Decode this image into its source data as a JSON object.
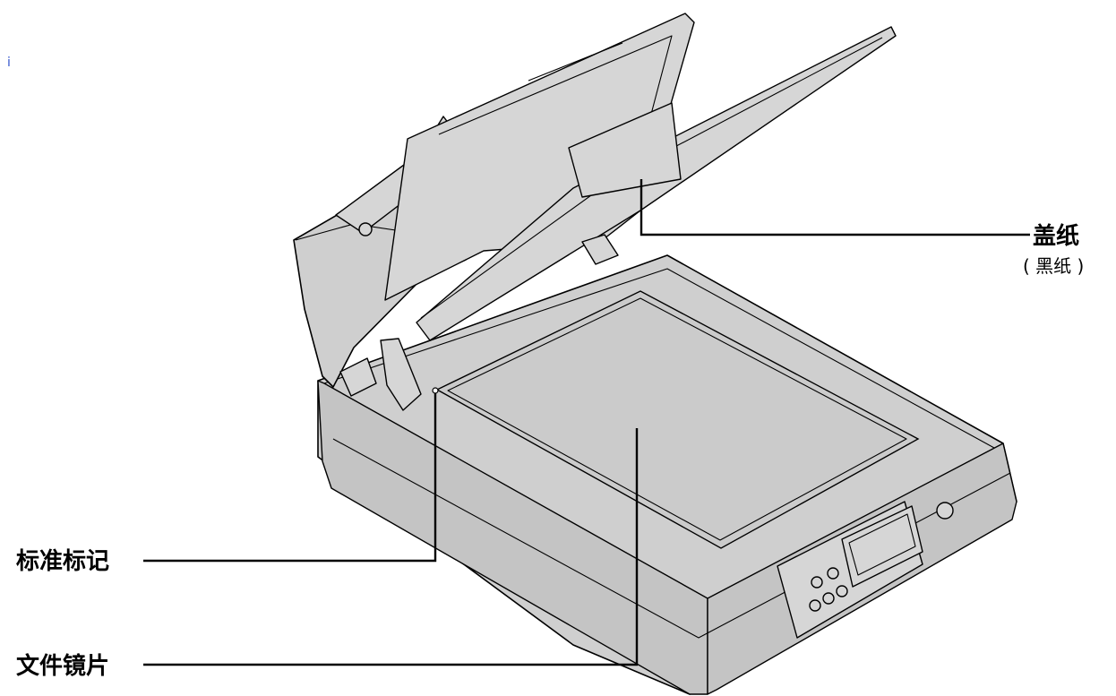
{
  "labels": {
    "cover_sheet": {
      "title": "盖纸",
      "subtitle": "( 黑纸 )"
    },
    "reference_mark": {
      "title": "标准标记"
    },
    "document_glass": {
      "title": "文件镜片"
    }
  },
  "colors": {
    "device_body": "#cfcfcf",
    "outline": "#000000",
    "background": "#ffffff"
  }
}
